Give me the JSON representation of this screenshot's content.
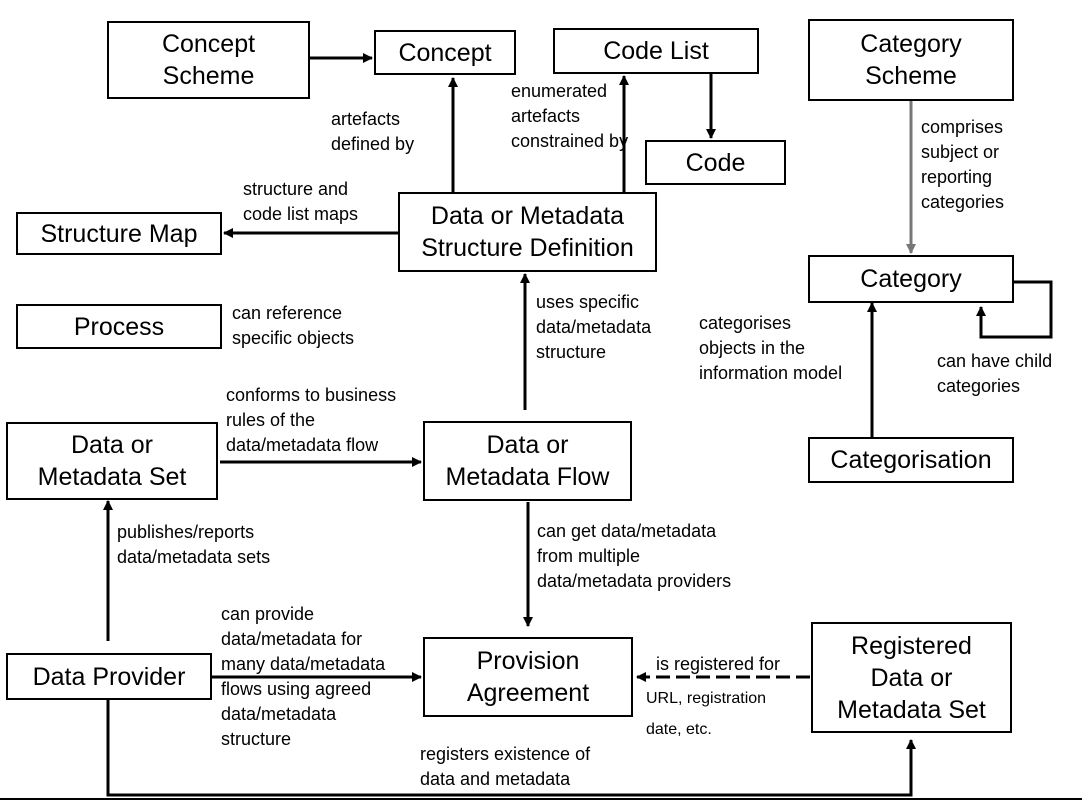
{
  "nodes": {
    "concept_scheme": "Concept\nScheme",
    "concept": "Concept",
    "code_list": "Code List",
    "code": "Code",
    "category_scheme": "Category\nScheme",
    "structure_map": "Structure Map",
    "dsd": "Data or Metadata\nStructure Definition",
    "category": "Category",
    "process": "Process",
    "data_set": "Data or\nMetadata Set",
    "dataflow": "Data or\nMetadata Flow",
    "categorisation": "Categorisation",
    "data_provider": "Data Provider",
    "provision_agreement": "Provision\nAgreement",
    "registered_set": "Registered\nData or\nMetadata Set"
  },
  "edges": {
    "artefacts_defined_by": "artefacts\ndefined by",
    "enumerated_constrained": "enumerated\nartefacts\nconstrained by",
    "comprises_categories": "comprises\nsubject or\nreporting\ncategories",
    "structure_maps": "structure and\ncode list maps",
    "reference_objects": "can reference\nspecific objects",
    "uses_structure": "uses specific\ndata/metadata\nstructure",
    "categorises_objects": "categorises\n objects in the\ninformation model",
    "child_categories": "can have child\ncategories",
    "conforms_rules": "conforms to business\nrules of the\ndata/metadata flow",
    "publishes_sets": "publishes/reports\ndata/metadata sets",
    "multiple_providers": "can get data/metadata\nfrom multiple\ndata/metadata providers",
    "provide_many_flows": "can provide\ndata/metadata for\nmany data/metadata\nflows using agreed\ndata/metadata\nstructure",
    "is_registered_for": "is registered for",
    "registration_details": "URL, registration\ndate, etc.",
    "registers_existence": "registers existence of\ndata and metadata"
  }
}
